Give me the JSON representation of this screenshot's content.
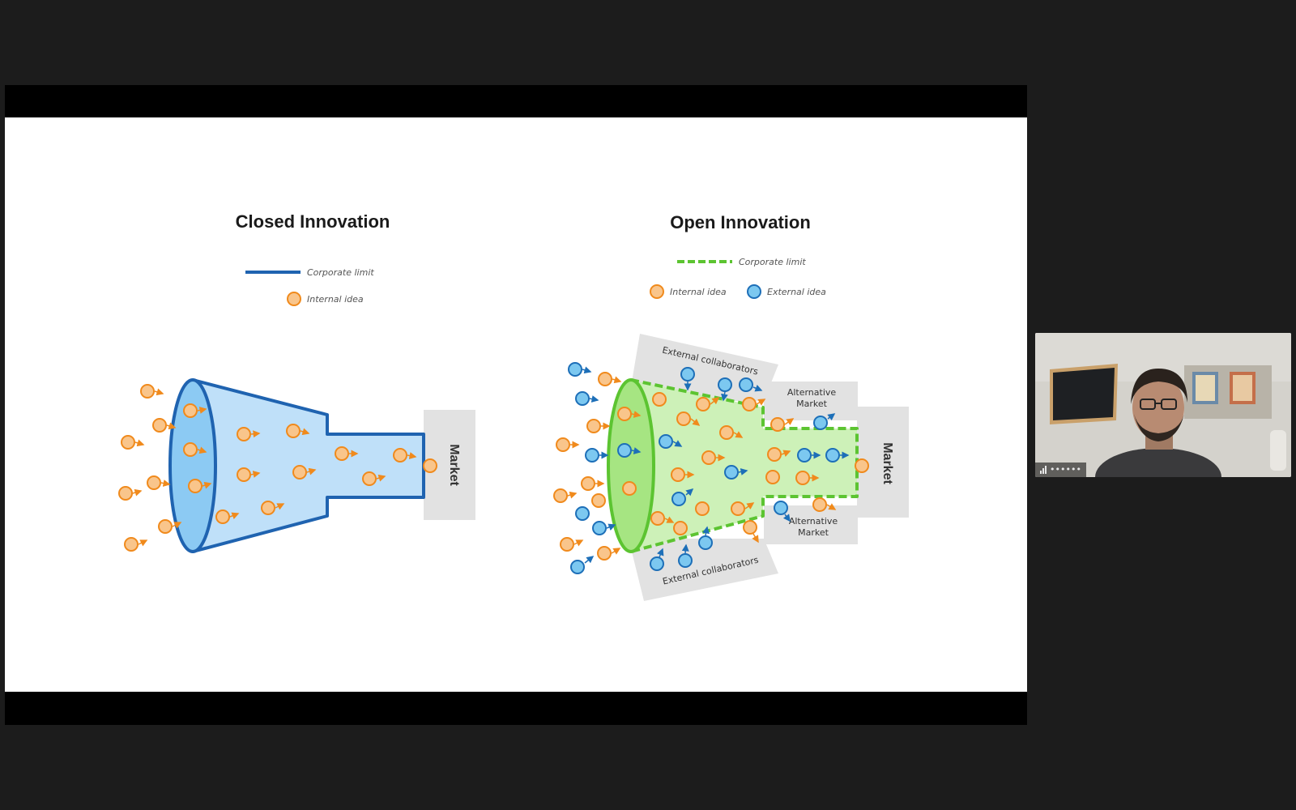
{
  "slide": {
    "closed": {
      "title": "Closed Innovation",
      "legend_limit": "Corporate limit",
      "legend_internal": "Internal idea",
      "market": "Market"
    },
    "open": {
      "title": "Open Innovation",
      "legend_limit": "Corporate limit",
      "legend_internal": "Internal idea",
      "legend_external": "External idea",
      "collab_top": "External collaborators",
      "collab_bottom": "External collaborators",
      "alt_market_top_1": "Alternative",
      "alt_market_top_2": "Market",
      "alt_market_bottom_1": "Alternative",
      "alt_market_bottom_2": "Market",
      "market": "Market"
    },
    "colors": {
      "closed_fill": "#bfe0f9",
      "closed_stroke": "#1f63b0",
      "open_fill": "#cdf1b8",
      "open_stroke": "#5cc431",
      "internal_idea": "#f5a742",
      "external_idea": "#1d94d6",
      "market_box": "#e2e2e2"
    }
  },
  "participant": {
    "name": "••••••"
  }
}
